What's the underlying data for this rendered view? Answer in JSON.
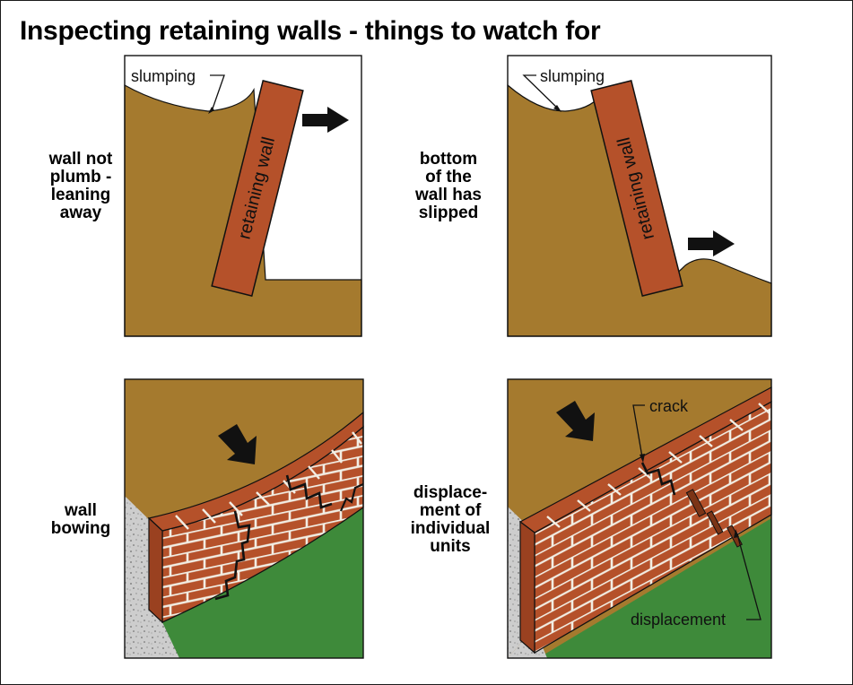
{
  "title": "Inspecting retaining walls - things to watch for",
  "panels": [
    {
      "label_lines": [
        "wall not",
        "plumb -",
        "leaning",
        "away"
      ],
      "wall_text": "retaining wall",
      "callouts": [
        "slumping"
      ]
    },
    {
      "label_lines": [
        "bottom",
        "of the",
        "wall has",
        "slipped"
      ],
      "wall_text": "retaining wall",
      "callouts": [
        "slumping"
      ]
    },
    {
      "label_lines": [
        "wall",
        "bowing"
      ],
      "callouts": []
    },
    {
      "label_lines": [
        "displace-",
        "ment of",
        "individual",
        "units"
      ],
      "callouts": [
        "crack",
        "displacement"
      ]
    }
  ],
  "colors": {
    "soil": "#A57A2E",
    "wall": "#B5512A",
    "brick_mortar": "#F2EEE4",
    "grass": "#3E8A3A",
    "gravel": "#C9C9C9",
    "outline": "#111111"
  }
}
